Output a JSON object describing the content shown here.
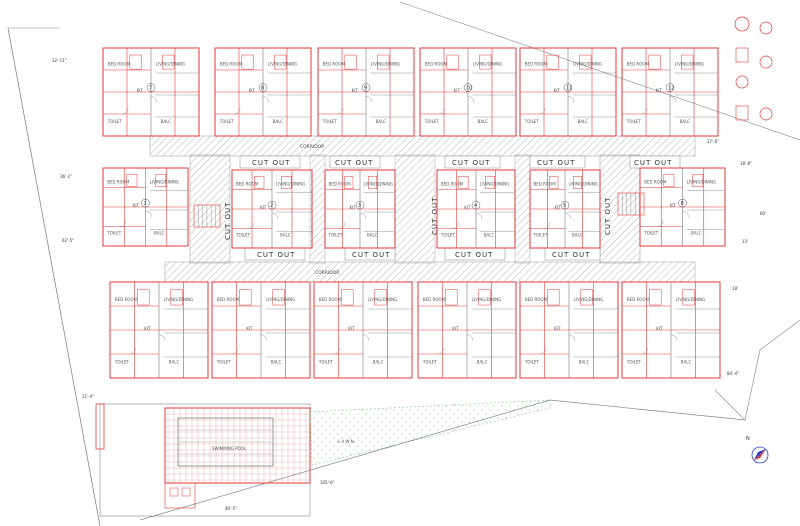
{
  "plan": {
    "corridor_label": "CORRIDOR",
    "cut_out_label": "CUT OUT",
    "room_labels": [
      "BED ROOM",
      "LIVING/DINING",
      "KIT",
      "TOILET",
      "BALC"
    ],
    "flat_numbers_top": [
      "7",
      "8",
      "9",
      "10",
      "11",
      "12"
    ],
    "flat_numbers_mid": [
      "1",
      "2",
      "3",
      "4",
      "5",
      "6"
    ],
    "pool_label": "SWIMMING POOL",
    "lawn_label": "L A W N",
    "dimensions": [
      "32'-11\"",
      "36'-1\"",
      "62'-5\"",
      "18'-6\"",
      "84'-4\"",
      "17'-6\"",
      "40'-5\"",
      "21'-4\"",
      "13'",
      "60'",
      "18'",
      "105'-6\""
    ],
    "north_label": "N"
  },
  "colors": {
    "wall_red": "#e23a3a",
    "line_gray": "#7a7a7a",
    "hatch": "#b5b5b5",
    "lawn_green": "#4caf50",
    "north_blue": "#2a3fbf"
  }
}
